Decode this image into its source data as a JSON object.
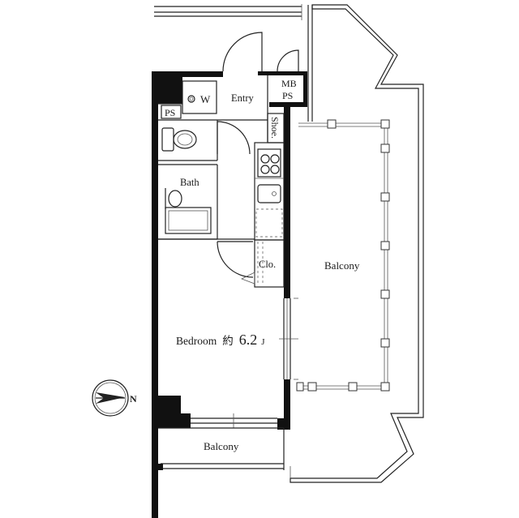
{
  "rooms": {
    "washer": "W",
    "entry": "Entry",
    "mb_ps_top": "MB",
    "mb_ps_bottom": "PS",
    "ps": "PS",
    "shoe": "Shoe.",
    "bath": "Bath",
    "closet": "Clo.",
    "bedroom": "Bedroom",
    "bedroom_size_prefix": "約",
    "bedroom_size_value": "6.2",
    "bedroom_size_unit": "J",
    "balcony_main": "Balcony",
    "balcony_bottom": "Balcony"
  },
  "compass": {
    "north_label": "N",
    "icon": "compass-north-icon"
  },
  "colors": {
    "wall": "#111111",
    "line": "#222222",
    "background": "#ffffff"
  }
}
